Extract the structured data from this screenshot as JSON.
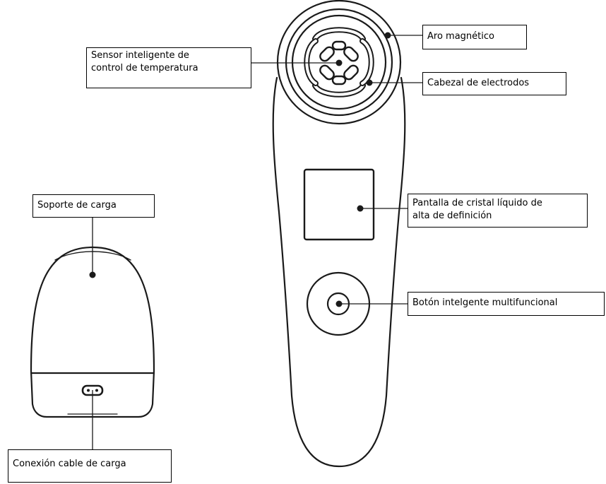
{
  "labels": {
    "magnetic_ring": "Aro magnético",
    "temp_sensor_line1": "Sensor inteligente de",
    "temp_sensor_line2": "control de temperatura",
    "electrode_head": "Cabezal de electrodos",
    "lcd_line1": "Pantalla de cristal líquido de",
    "lcd_line2": "alta de definición",
    "smart_button": "Botón intelgente multifuncional",
    "charging_base": "Soporte de carga",
    "charging_port": "Conexión cable de carga"
  },
  "colors": {
    "stroke": "#1a1a1a",
    "background": "#ffffff"
  }
}
